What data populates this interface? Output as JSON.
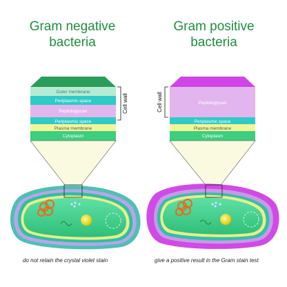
{
  "titles": {
    "gram_negative": "Gram negative bacteria",
    "gram_positive": "Gram positive bacteria"
  },
  "gram_negative_layers": [
    "Outer membrane",
    "Periplasmic space",
    "Peptidoglycan",
    "Periplasmic space",
    "Plasma membrane",
    "Cytoplasm"
  ],
  "gram_positive_layers": [
    "Peptidoglycan",
    "Periplasmic space",
    "Plasma membrane",
    "Cytoplasm"
  ],
  "cell_wall_label": "Cell wall",
  "captions": {
    "gram_negative": "do not retain the crystal violet stain",
    "gram_positive": "give a positive result in the Gram stain test"
  },
  "colors": {
    "title_green": "#1e8e3e",
    "outer_membrane": "#b5ebd2",
    "periplasmic_space": "#2ecbc7",
    "peptidoglycan_negative": "#e3b5ee",
    "peptidoglycan_positive": "#e3b5ee",
    "plasma_membrane": "#f4f59a",
    "cytoplasm": "#3dce7e",
    "positive_cap": "#cf45e6",
    "negative_cap": "#2a9d5a"
  }
}
